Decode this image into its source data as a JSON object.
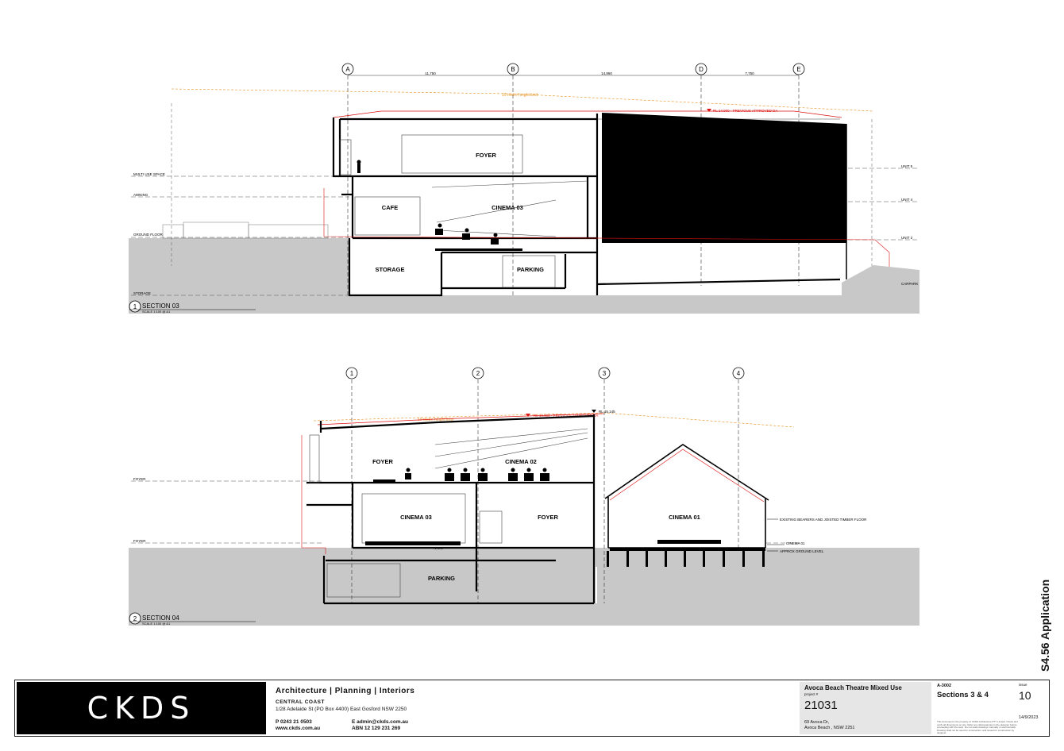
{
  "section_03": {
    "title": "SECTION 03",
    "scale": "SCALE 1:100 @ A1",
    "number": "1",
    "grid": [
      "A",
      "B",
      "D",
      "E"
    ],
    "dims": [
      "11,750",
      "14,860",
      "7,750"
    ],
    "height_note": "10 metre height limit",
    "rl_note": "RL 14.900 - PREVIOUS APPROVED DA",
    "rooms": [
      "FOYER",
      "CAFE",
      "CINEMA 03",
      "STORAGE",
      "PARKING"
    ],
    "levels_left": [
      "MULTI USE SPACE",
      "AWNING",
      "GROUND FLOOR",
      "STORAGE"
    ],
    "levels_right": [
      "UNIT 5",
      "UNIT 4",
      "UNIT 2",
      "CARPARK"
    ]
  },
  "section_04": {
    "title": "SECTION 04",
    "scale": "SCALE 1:100 @ A1",
    "number": "2",
    "grid": [
      "1",
      "2",
      "3",
      "4"
    ],
    "rl_note": "RL 14.900 - PREVIOUS APPROVED DA",
    "rl_top": "RL 15.145",
    "height_note": "10 metre height limit",
    "rooms": [
      "FOYER",
      "CINEMA 02",
      "CINEMA 03",
      "FOYER",
      "CINEMA 01",
      "PARKING"
    ],
    "levels_left": [
      "FOYER",
      "FOYER"
    ],
    "annotations": [
      "EXISTING BEARERS AND JOISTED TIMBER FLOOR",
      "CINEMA 01",
      "APPROX GROUND LEVEL"
    ],
    "ngl": "N.G.L"
  },
  "status": "S4.56 Application",
  "title_block": {
    "logo": "CKDS",
    "services": "Architecture | Planning | Interiors",
    "office": "CENTRAL COAST",
    "address": "1/28 Adelaide St (PO Box 4400) East Gosford NSW 2250",
    "phone": "P  0243 21 0503",
    "web": "www.ckds.com.au",
    "email": "E  admin@ckds.com.au",
    "abn": "ABN 12 129 231 269",
    "project_name": "Avoca Beach Theatre Mixed Use",
    "project_label": "project #",
    "project_number": "21031",
    "site_address_1": "69 Avoca Dr,",
    "site_address_2": "Avoca Beach , NSW  2251",
    "drawing_number": "A-3002",
    "drawing_title": "Sections 3 & 4",
    "disclaimer": "This document is the property of CKDS Architecture PTY Limited. Check and verify all dimensions on site. Refer any discrepancies to the designer before proceeding with the work. Do not scale drawings manually or electronically. Drawing shall not be used for construction until issued for construction by designer.",
    "issue_label": "issue",
    "issue": "10",
    "date": "14/9/2023"
  },
  "colors": {
    "ink": "#000000",
    "ground": "#c8c8c8",
    "red_line": "#d11111",
    "orange_line": "#e8901c"
  }
}
